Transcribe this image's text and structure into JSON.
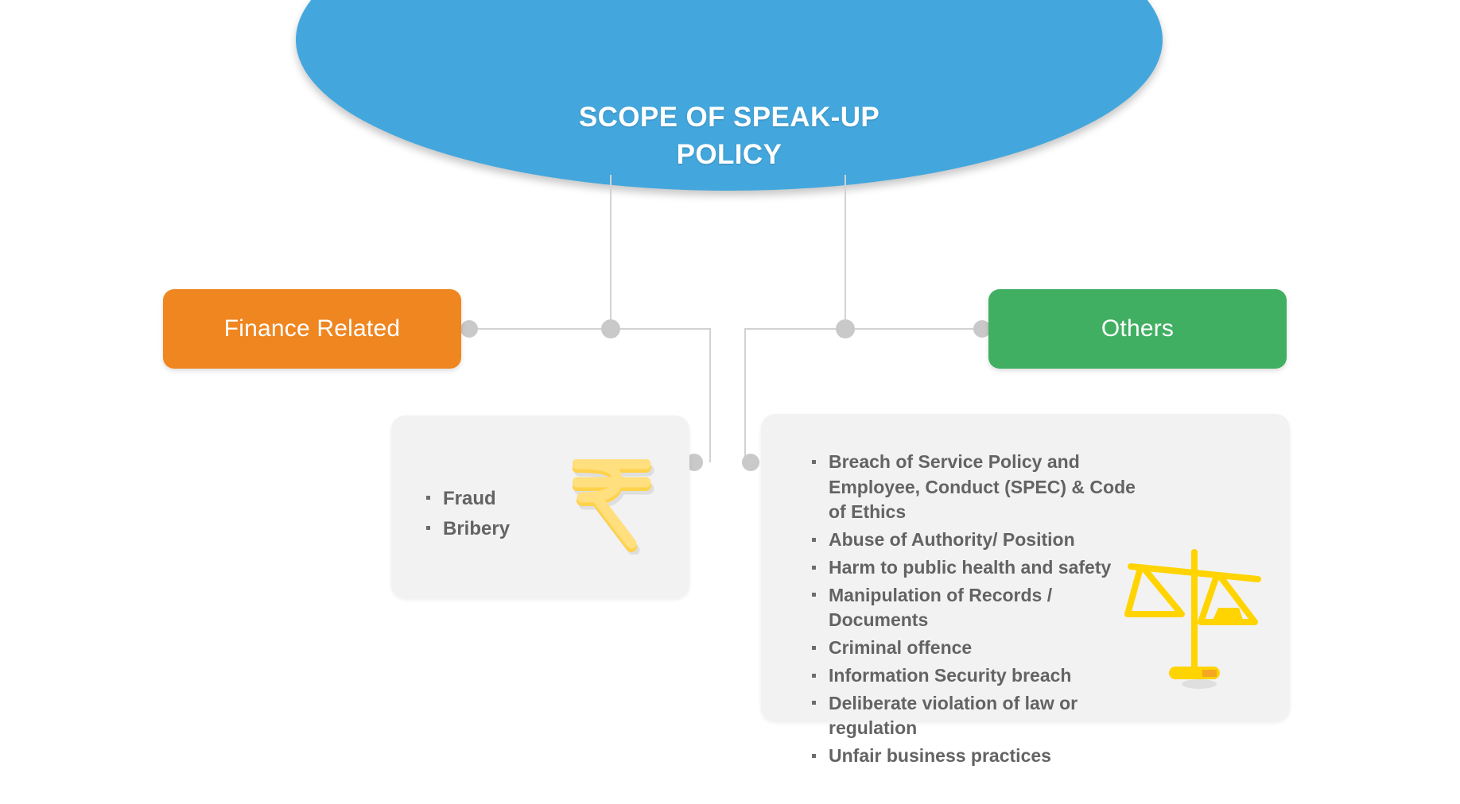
{
  "diagram": {
    "title": "SCOPE OF SPEAK-UP POLICY",
    "colors": {
      "title_fill": "#43a7dd",
      "finance_fill": "#ef8620",
      "others_fill": "#41af62",
      "panel_fill": "#f2f2f2",
      "connector": "#d2d2d2",
      "connector_dot": "#c9c9c9",
      "body_text": "#636363",
      "icon_gold": "#ffd400"
    },
    "branches": [
      {
        "label": "Finance Related",
        "icon": "rupee-icon",
        "items": [
          "Fraud",
          "Bribery"
        ]
      },
      {
        "label": "Others",
        "icon": "scales-icon",
        "items": [
          "Breach of Service Policy and Employee, Conduct (SPEC) & Code of Ethics",
          "Abuse of Authority/ Position",
          "Harm to public health and safety",
          "Manipulation of Records / Documents",
          "Criminal offence",
          "Information Security breach",
          "Deliberate violation of law or regulation",
          "Unfair business practices"
        ]
      }
    ]
  }
}
